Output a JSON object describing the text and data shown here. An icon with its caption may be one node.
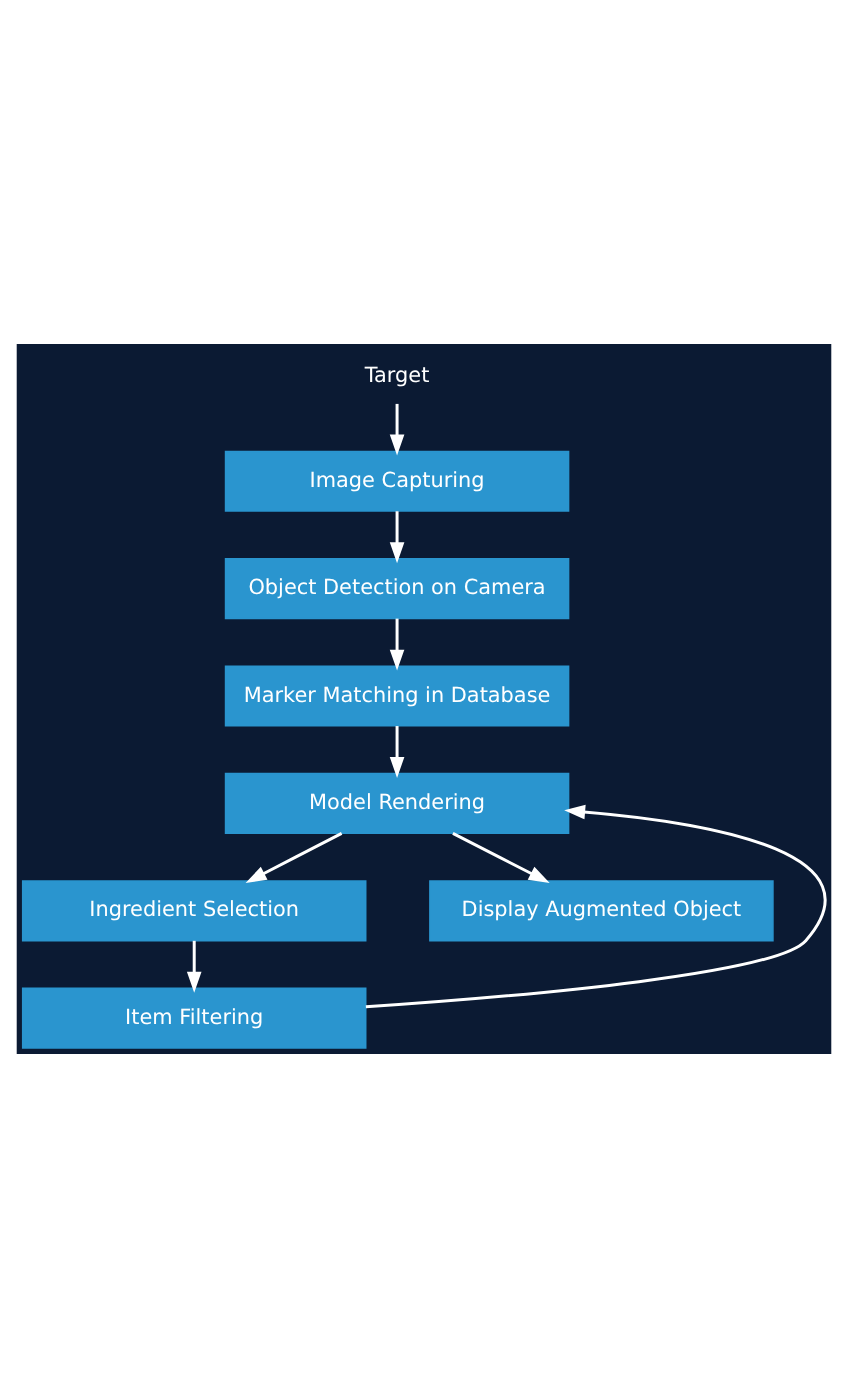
{
  "diagram": {
    "nodes": [
      {
        "text": [
          "Target"
        ]
      },
      {
        "text": [
          "Image Capturing"
        ]
      },
      {
        "text": [
          "Object Detection on Camera"
        ]
      },
      {
        "text": [
          "Marker Matching in Database"
        ]
      },
      {
        "text": [
          "Model Rendering"
        ]
      },
      {
        "text": [
          "Ingredient Selection"
        ]
      },
      {
        "text": [
          "Item Filtering"
        ]
      },
      {
        "text": [
          "Display Augmented Object"
        ]
      }
    ],
    "edges": [
      {
        "from": 0,
        "to": 1,
        "arrow": "to"
      },
      {
        "from": 1,
        "to": 2,
        "arrow": "to"
      },
      {
        "from": 2,
        "to": 3,
        "arrow": "to"
      },
      {
        "from": 3,
        "to": 4,
        "arrow": "to"
      },
      {
        "from": 4,
        "to": 5,
        "arrow": "to"
      },
      {
        "from": 5,
        "to": 6,
        "arrow": "to"
      },
      {
        "from": 6,
        "to": 4,
        "arrow": "to"
      },
      {
        "from": 4,
        "to": 7,
        "arrow": "to"
      }
    ]
  }
}
